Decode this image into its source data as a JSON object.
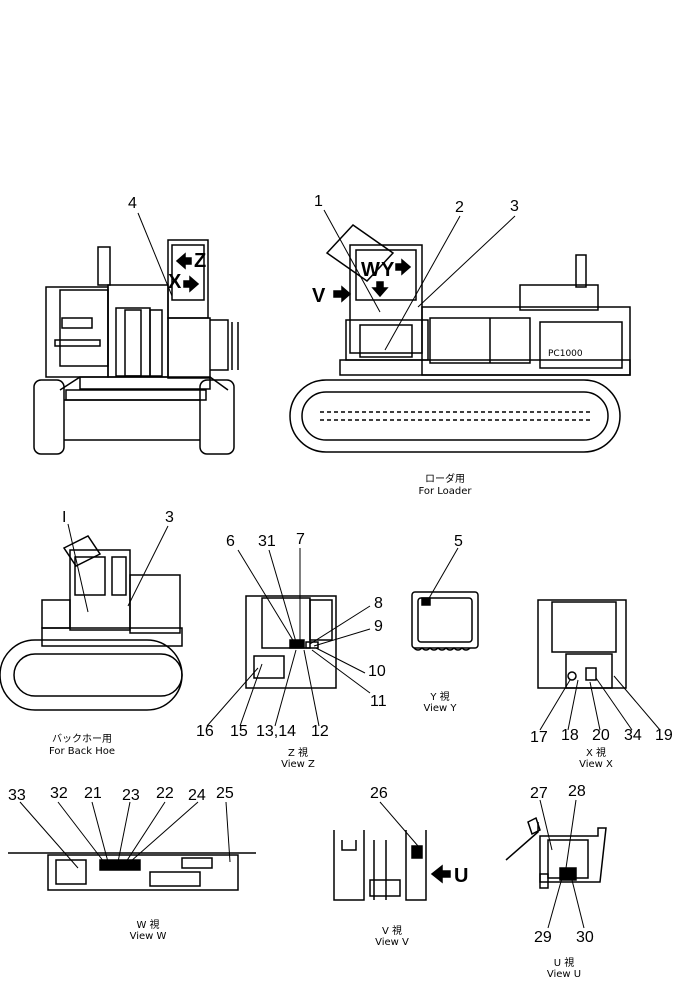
{
  "callouts": [
    "1",
    "2",
    "3",
    "4",
    "I",
    "3",
    "6",
    "31",
    "7",
    "8",
    "9",
    "10",
    "11",
    "12",
    "13,14",
    "15",
    "16",
    "5",
    "17",
    "18",
    "20",
    "34",
    "19",
    "33",
    "32",
    "21",
    "23",
    "22",
    "24",
    "25",
    "26",
    "27",
    "28",
    "29",
    "30"
  ],
  "arrow_letters": {
    "z": "Z",
    "x": "X",
    "w": "W",
    "y": "Y",
    "v": "V",
    "u": "U"
  },
  "captions": {
    "loader_jp": "ローダ用",
    "loader_en": "For Loader",
    "backhoe_jp": "バックホー用",
    "backhoe_en": "For Back Hoe",
    "viewz_jp": "Z 視",
    "viewz_en": "View Z",
    "viewy_jp": "Y 視",
    "viewy_en": "View Y",
    "viewx_jp": "X 視",
    "viewx_en": "View X",
    "vieww_jp": "W 視",
    "vieww_en": "View W",
    "viewv_jp": "V 視",
    "viewv_en": "View V",
    "viewu_jp": "U 視",
    "viewu_en": "View U"
  },
  "model_plate": "PC1000"
}
